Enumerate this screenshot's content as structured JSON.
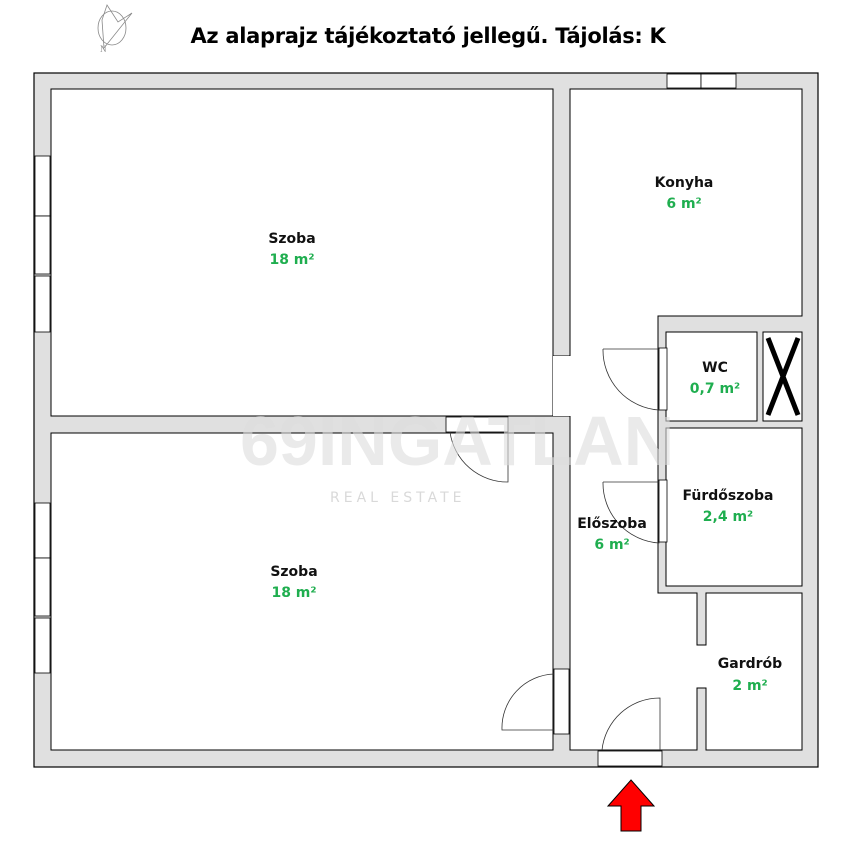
{
  "title": "Az alaprajz tájékoztató jellegű. Tájolás: K",
  "watermark": {
    "brand": "69INGATLAN",
    "sub": "REAL ESTATE"
  },
  "compass": {
    "label": "N"
  },
  "colors": {
    "wall": "#e0e0e0",
    "area_text": "#1fae4f",
    "entrance_arrow": "#ff0000"
  },
  "rooms": [
    {
      "name": "Szoba",
      "area": "18 m²"
    },
    {
      "name": "Szoba",
      "area": "18 m²"
    },
    {
      "name": "Konyha",
      "area": "6 m²"
    },
    {
      "name": "WC",
      "area": "0,7 m²"
    },
    {
      "name": "Fürdőszoba",
      "area": "2,4 m²"
    },
    {
      "name": "Előszoba",
      "area": "6 m²"
    },
    {
      "name": "Gardrób",
      "area": "2 m²"
    }
  ]
}
